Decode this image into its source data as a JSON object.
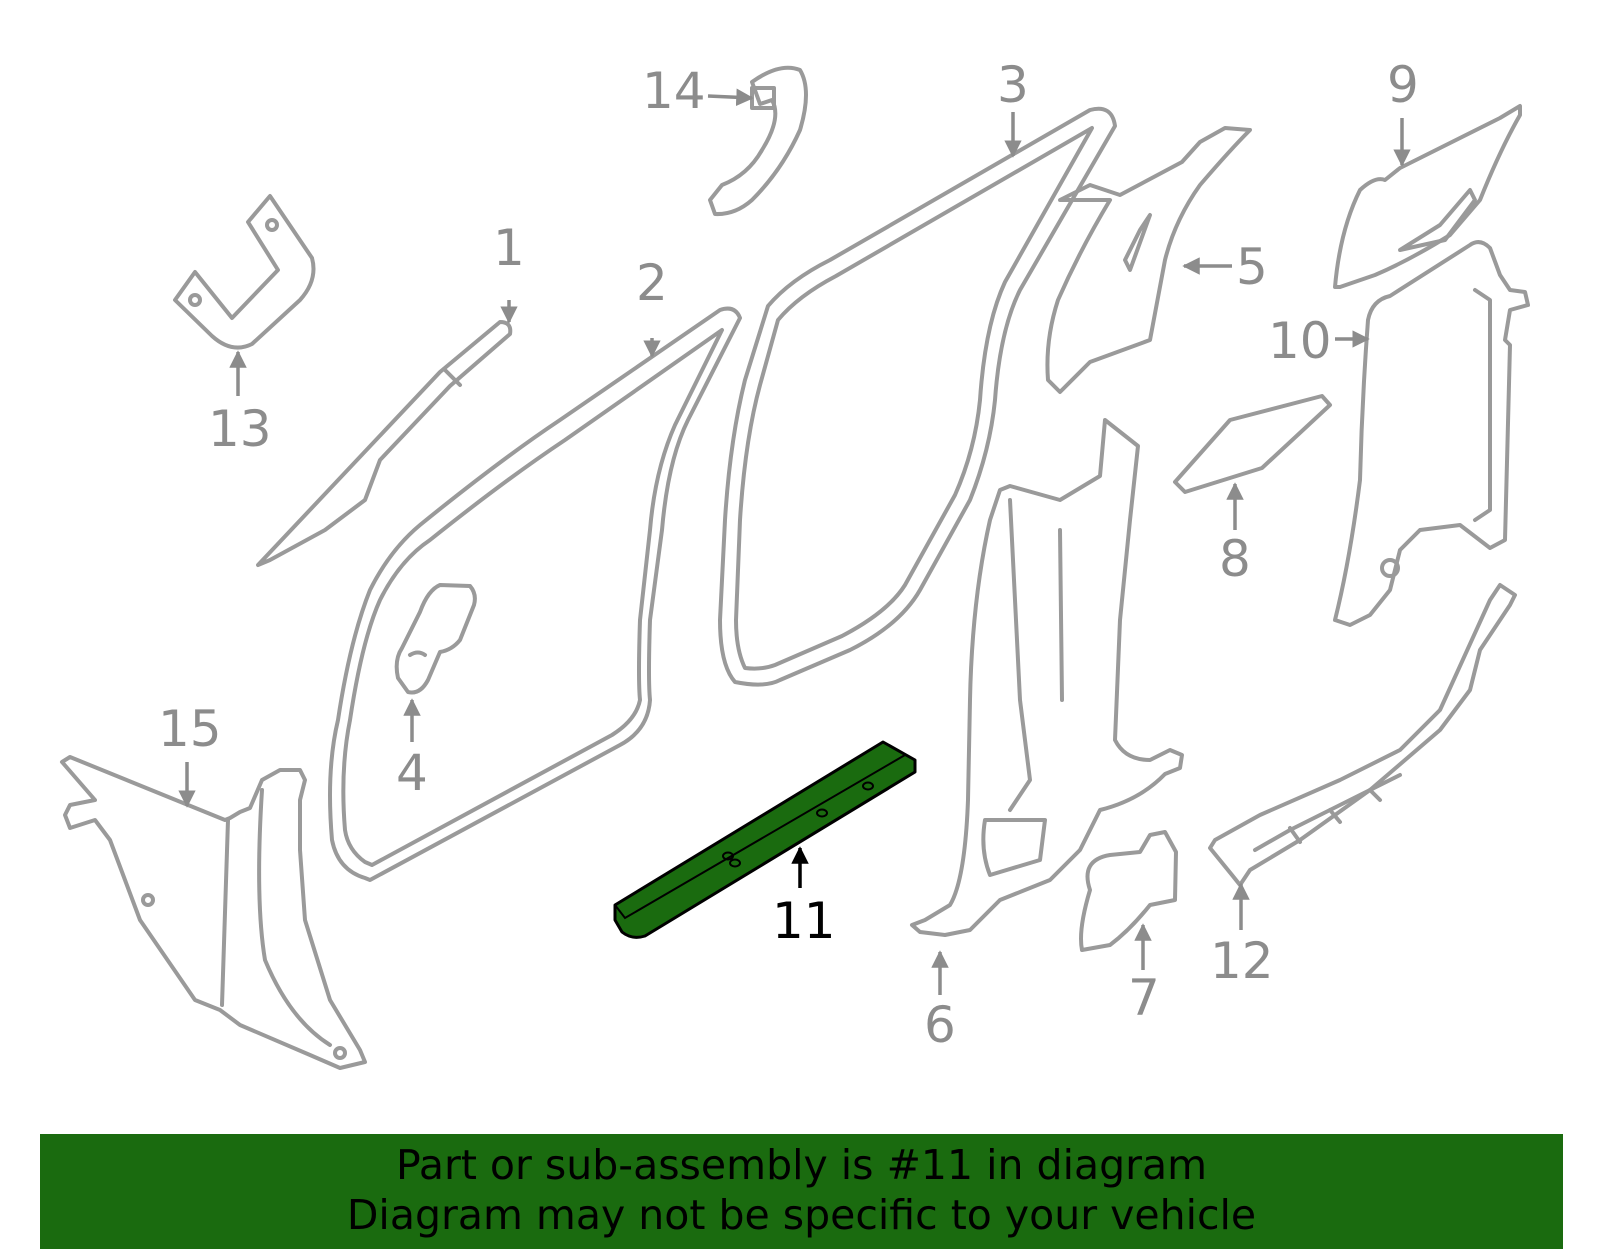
{
  "diagram": {
    "callouts": [
      "1",
      "2",
      "3",
      "4",
      "5",
      "6",
      "7",
      "8",
      "9",
      "10",
      "11",
      "12",
      "13",
      "14",
      "15"
    ],
    "highlighted_part": "11",
    "highlight_color": "#1a6b0f",
    "part_color": "#9a9a9a"
  },
  "banner": {
    "line1": "Part or sub-assembly is #11 in diagram",
    "line2": "Diagram may not be specific to your vehicle",
    "background": "#1a6b0f"
  }
}
